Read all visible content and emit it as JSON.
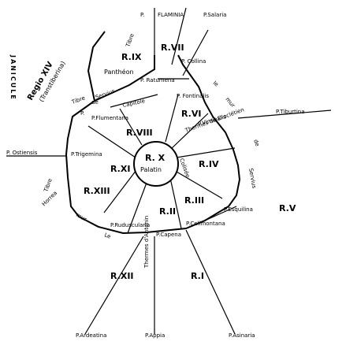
{
  "labels": {
    "janicule": "JANICULE",
    "regio_xiv": "Regio XIV",
    "transtiberina": "(Transtiberina)",
    "tibre_n": "Tibre",
    "tibre_ne": "Tibre",
    "tibre_sw": "Tibre",
    "horrea": "Horrea",
    "mur_sw": "mur",
    "le_sw": "Le",
    "le_ne": "le",
    "mur_ne": "mur",
    "de_ne": "de",
    "servius_ne": "Servius",
    "servius_top": "Servius",
    "le_top": "Le",
    "de_top": "de",
    "mur_top": "mur",
    "pantheon": "Panthéon",
    "capitole": "Capitole",
    "colisee": "Colisée",
    "thermes_diocletien": "Thermes de Dioclétien",
    "thermes_antonin": "Thermes d'Antonin"
  },
  "regions": {
    "r1": "R.I",
    "r2": "R.II",
    "r3": "R.III",
    "r4": "R.IV",
    "r5": "R.V",
    "r6": "R.VI",
    "r7": "R.VII",
    "r8": "R.VIII",
    "r9": "R.IX",
    "r10": "R. X",
    "palatin": "Palatin",
    "r11": "R.XI",
    "r12": "R.XII",
    "r13": "R.XIII"
  },
  "gates": {
    "p": "P.",
    "flaminia": "FLAMINIA",
    "salaria": "P.Salaria",
    "collina": "P. Collina",
    "ratumena": "P. Ratumena",
    "fontinalis": "P. Fontinalis",
    "viminalis": "P.Viminalis",
    "tiburtina": "P.Tiburtina",
    "esquilina": "P.Esquilina",
    "celimontana": "P.Celimontana",
    "capena": "P.Capena",
    "rudusculana": "P.Rudusculana",
    "trigemina": "P.Trigemina",
    "flumentana": "P.Flumentana",
    "carmentalis": "P.",
    "ostiensis": "P. Ostiensis",
    "ardeatina": "P.Ardeatina",
    "appia": "P.Appia",
    "asinaria": "P.Asinaria"
  }
}
